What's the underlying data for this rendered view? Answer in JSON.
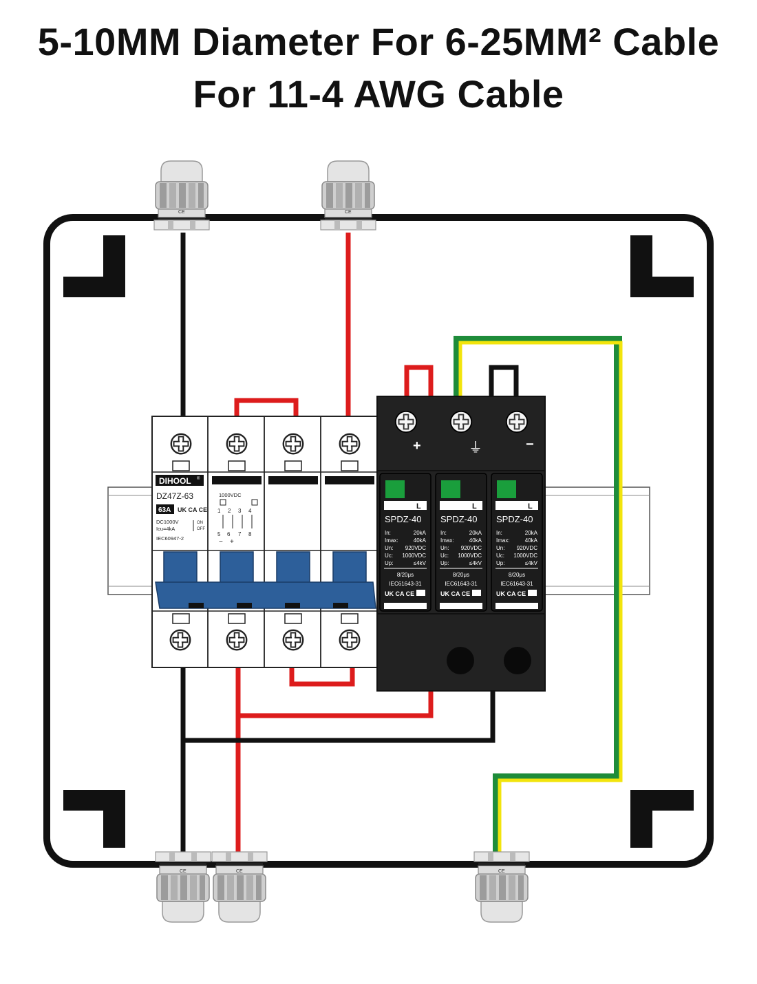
{
  "title": {
    "line1": "5-10MM Diameter For 6-25MM² Cable",
    "line2": "For 11-4 AWG Cable"
  },
  "colors": {
    "enclosure": "#111111",
    "positive_wire": "#dd1c1c",
    "negative_wire": "#111111",
    "ground_green": "#1e8c3a",
    "ground_yellow": "#f2e40c",
    "breaker_handle": "#2d5f9a",
    "spd_body": "#222222",
    "spd_window": "#1a9e3c"
  },
  "gland": {
    "mark": "CE",
    "icon": "cable-gland-icon"
  },
  "breaker": {
    "brand": "DIHOOL",
    "brand_mark": "®",
    "model": "DZ47Z-63",
    "rating": "63A",
    "cert": "UK CA CE",
    "voltage": "DC1000V",
    "icu": "Icu=4kA",
    "on": "ON",
    "off": "OFF",
    "standard": "IEC60947-2",
    "diagram_voltage": "1000VDC",
    "minus": "−",
    "plus": "+",
    "top_terminals": [
      "1",
      "2",
      "3",
      "4"
    ],
    "bottom_terminals": [
      "5",
      "6",
      "7",
      "8"
    ]
  },
  "spd": {
    "terminal_labels": [
      "+",
      "⏚",
      "−"
    ],
    "modules": [
      {
        "tag": "L",
        "model": "SPDZ-40",
        "in_label": "In:",
        "in": "20kA",
        "imax_label": "Imax:",
        "imax": "40kA",
        "un_label": "Un:",
        "un": "920VDC",
        "uc_label": "Uc:",
        "uc": "1000VDC",
        "up_label": "Up:",
        "up": "≤4kV",
        "wave": "8/20μs",
        "standard": "IEC61643-31",
        "cert": "UK CA CE"
      },
      {
        "tag": "L",
        "model": "SPDZ-40",
        "in_label": "In:",
        "in": "20kA",
        "imax_label": "Imax:",
        "imax": "40kA",
        "un_label": "Un:",
        "un": "920VDC",
        "uc_label": "Uc:",
        "uc": "1000VDC",
        "up_label": "Up:",
        "up": "≤4kV",
        "wave": "8/20μs",
        "standard": "IEC61643-31",
        "cert": "UK CA CE"
      },
      {
        "tag": "L",
        "model": "SPDZ-40",
        "in_label": "In:",
        "in": "20kA",
        "imax_label": "Imax:",
        "imax": "40kA",
        "un_label": "Un:",
        "un": "920VDC",
        "uc_label": "Uc:",
        "uc": "1000VDC",
        "up_label": "Up:",
        "up": "≤4kV",
        "wave": "8/20μs",
        "standard": "IEC61643-31",
        "cert": "UK CA CE"
      }
    ]
  }
}
